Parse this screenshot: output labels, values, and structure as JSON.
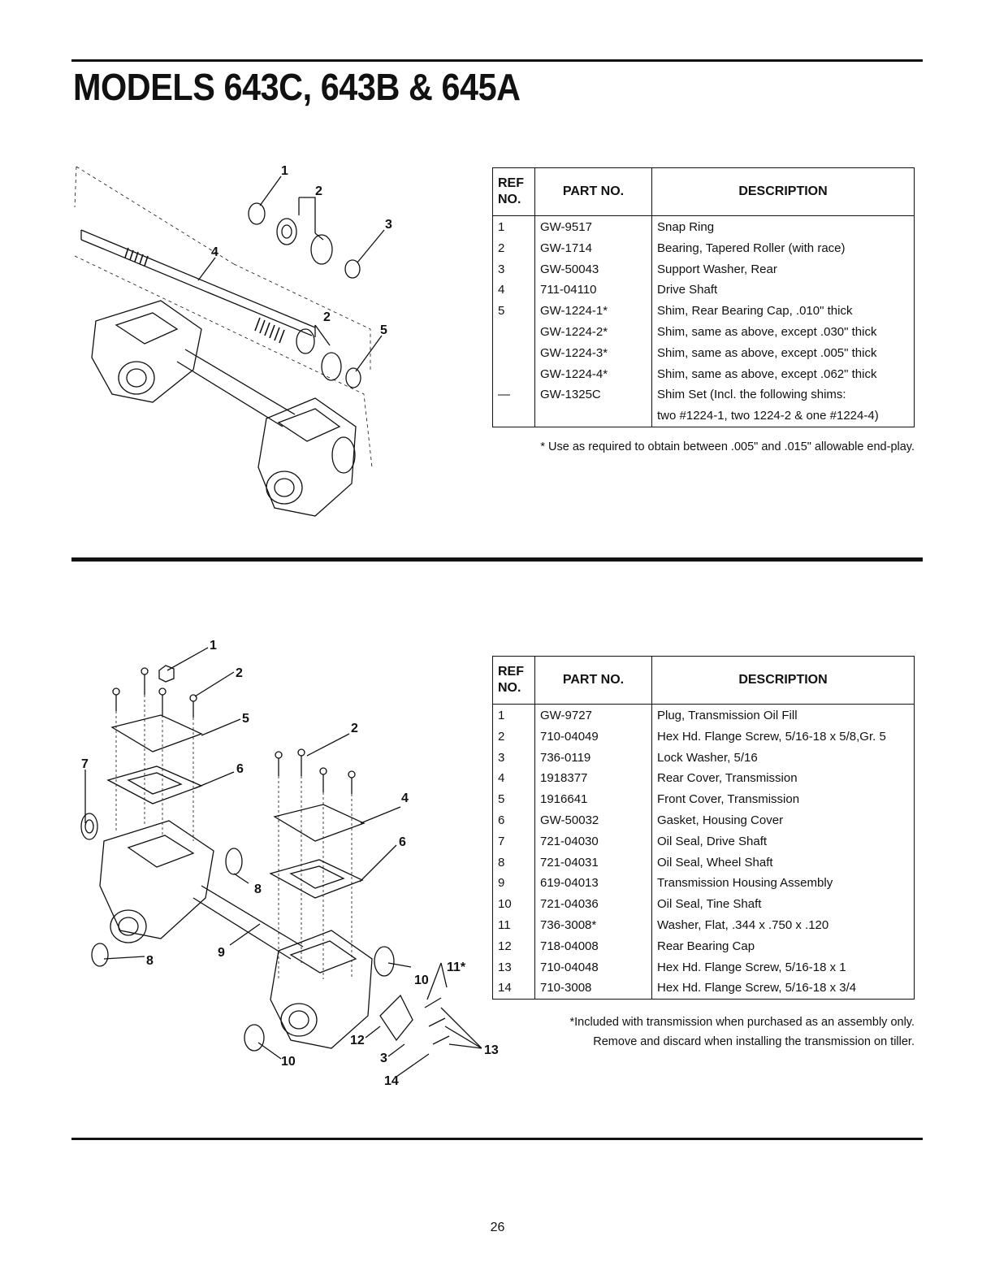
{
  "header": {
    "title": "MODELS 643C, 643B & 645A"
  },
  "table_headers": {
    "ref_line1": "REF",
    "ref_line2": "NO.",
    "part_no": "PART NO.",
    "description": "DESCRIPTION"
  },
  "section1": {
    "callouts": [
      "1",
      "2",
      "3",
      "4",
      "2",
      "5"
    ],
    "rows": [
      {
        "ref": "1",
        "part": "GW-9517",
        "desc": "Snap Ring"
      },
      {
        "ref": "2",
        "part": "GW-1714",
        "desc": "Bearing, Tapered Roller (with race)"
      },
      {
        "ref": "3",
        "part": "GW-50043",
        "desc": "Support Washer, Rear"
      },
      {
        "ref": "4",
        "part": "711-04110",
        "desc": "Drive Shaft"
      },
      {
        "ref": "5",
        "part": "GW-1224-1*",
        "desc": "Shim, Rear Bearing Cap, .010\" thick"
      },
      {
        "ref": "",
        "part": "GW-1224-2*",
        "desc": "Shim, same as above, except .030\" thick"
      },
      {
        "ref": "",
        "part": "GW-1224-3*",
        "desc": "Shim, same as above, except .005\" thick"
      },
      {
        "ref": "",
        "part": "GW-1224-4*",
        "desc": "Shim, same as above, except .062\" thick"
      },
      {
        "ref": "—",
        "part": "GW-1325C",
        "desc": "Shim Set (Incl. the following shims:"
      },
      {
        "ref": "",
        "part": "",
        "desc": "two #1224-1, two 1224-2 & one #1224-4)"
      }
    ],
    "footnote": "* Use as required to obtain between .005\" and .015\" allowable end-play."
  },
  "section2": {
    "callouts": [
      "1",
      "2",
      "5",
      "2",
      "7",
      "6",
      "4",
      "6",
      "8",
      "8",
      "9",
      "11*",
      "10",
      "12",
      "13",
      "3",
      "10",
      "14"
    ],
    "rows": [
      {
        "ref": "1",
        "part": "GW-9727",
        "desc": "Plug, Transmission Oil Fill"
      },
      {
        "ref": "2",
        "part": "710-04049",
        "desc": "Hex Hd. Flange Screw, 5/16-18 x 5/8,Gr. 5"
      },
      {
        "ref": "3",
        "part": "736-0119",
        "desc": "Lock Washer, 5/16"
      },
      {
        "ref": "4",
        "part": "1918377",
        "desc": "Rear Cover, Transmission"
      },
      {
        "ref": "5",
        "part": "1916641",
        "desc": "Front Cover, Transmission"
      },
      {
        "ref": "6",
        "part": "GW-50032",
        "desc": "Gasket, Housing Cover"
      },
      {
        "ref": "7",
        "part": "721-04030",
        "desc": "Oil Seal, Drive Shaft"
      },
      {
        "ref": "8",
        "part": "721-04031",
        "desc": "Oil Seal, Wheel Shaft"
      },
      {
        "ref": "9",
        "part": "619-04013",
        "desc": "Transmission Housing Assembly"
      },
      {
        "ref": "10",
        "part": "721-04036",
        "desc": "Oil Seal, Tine Shaft"
      },
      {
        "ref": "11",
        "part": "736-3008*",
        "desc": "Washer, Flat, .344 x .750 x .120"
      },
      {
        "ref": "12",
        "part": "718-04008",
        "desc": "Rear Bearing Cap"
      },
      {
        "ref": "13",
        "part": "710-04048",
        "desc": "Hex Hd. Flange Screw, 5/16-18 x 1"
      },
      {
        "ref": "14",
        "part": "710-3008",
        "desc": "Hex Hd. Flange Screw, 5/16-18 x 3/4"
      }
    ],
    "footnote_line1": "*Included with transmission when purchased as an assembly only.",
    "footnote_line2": "Remove and discard when installing the transmission on tiller."
  },
  "footer": {
    "page_number": "26"
  }
}
